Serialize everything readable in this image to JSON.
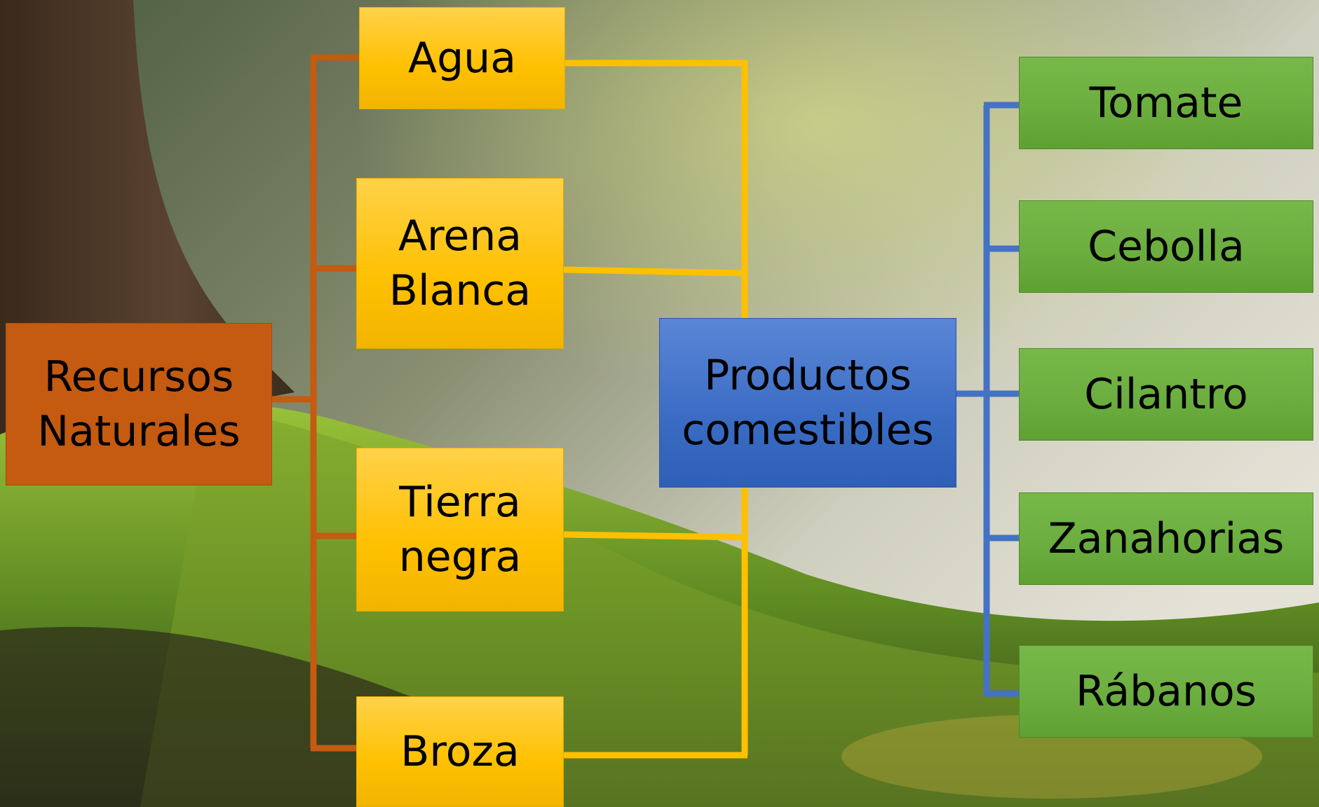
{
  "root": {
    "label": "Recursos\nNaturales",
    "color": "#c55a11"
  },
  "resources": [
    {
      "label": "Agua"
    },
    {
      "label": "Arena\nBlanca"
    },
    {
      "label": "Tierra\nnegra"
    },
    {
      "label": "Broza"
    }
  ],
  "products": {
    "label": "Productos\ncomestibles",
    "color": "#3a6cc4"
  },
  "items": [
    {
      "label": "Tomate"
    },
    {
      "label": "Cebolla"
    },
    {
      "label": "Cilantro"
    },
    {
      "label": "Zanahorias"
    },
    {
      "label": "Rábanos"
    }
  ],
  "colors": {
    "resource_fill": "#ffc000",
    "item_fill": "#6aad3e",
    "root_connector": "#c55a11",
    "resource_connector": "#ffc000",
    "product_connector": "#4472c4"
  }
}
